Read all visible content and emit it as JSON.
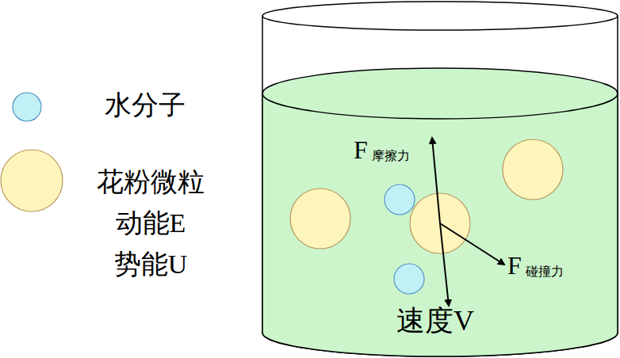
{
  "diagram": {
    "labels": [
      "F",
      "摩擦力",
      "F",
      "碰撞力",
      "速度V"
    ],
    "legend": [
      {
        "text": "水分子",
        "color": "#c2f0f7"
      },
      {
        "text": "花粉微粒 动能E 势能U",
        "color": "#fdf5bc"
      }
    ]
  }
}
